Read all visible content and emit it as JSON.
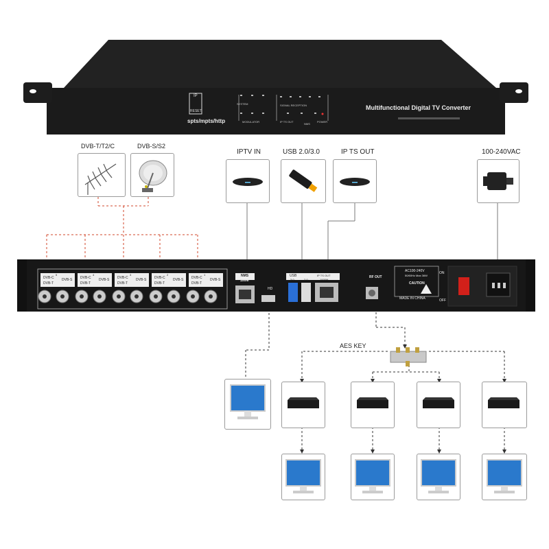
{
  "device_front": {
    "brand_label": "Multifunctional Digital TV Converter",
    "ip_button_label": "IP",
    "reset_label": "RESET",
    "protocols": "spts/mpts/http",
    "led_groups": [
      "SYSTEM",
      "SIGNAL RECEPTION",
      "MODULATOR",
      "IP TS OUT",
      "NMS",
      "POWER"
    ]
  },
  "inputs": {
    "antenna_label": "DVB-T/T2/C",
    "dish_label": "DVB-S/S2"
  },
  "peripherals": {
    "iptv_in": "IPTV IN",
    "usb": "USB 2.0/3.0",
    "ip_ts_out": "IP TS OUT",
    "power": "100-240VAC"
  },
  "rear_panel": {
    "tuners": [
      {
        "num": "5",
        "c": "DVB-C",
        "t": "DVB-T",
        "s": "DVB-S"
      },
      {
        "num": "4",
        "c": "DVB-C",
        "t": "DVB-T",
        "s": "DVB-S"
      },
      {
        "num": "3",
        "c": "DVB-C",
        "t": "DVB-T",
        "s": "DVB-S"
      },
      {
        "num": "2",
        "c": "DVB-C",
        "t": "DVB-T",
        "s": "DVB-S"
      },
      {
        "num": "1",
        "c": "DVB-C",
        "t": "DVB-T",
        "s": "DVB-S"
      }
    ],
    "nms_label": "NMS",
    "nms_speed": "100M",
    "hd_label": "HD",
    "usb_label": "USB",
    "usb_ports": [
      "3.0",
      "2.0"
    ],
    "ip_ts_out_label": "IP TS OUT",
    "ip_ts_out_speed": "1000M",
    "rf_out_label": "RF OUT",
    "power_rating": "AC100-240V",
    "power_rating_2": "50/60Hz Max 36W",
    "caution_label": "CAUTION",
    "made_in": "MADE IN CHINA",
    "on_label": "ON",
    "off_label": "OFF"
  },
  "distribution": {
    "aes_key_label": "AES KEY",
    "stb_count": 4,
    "tv_count": 5
  }
}
